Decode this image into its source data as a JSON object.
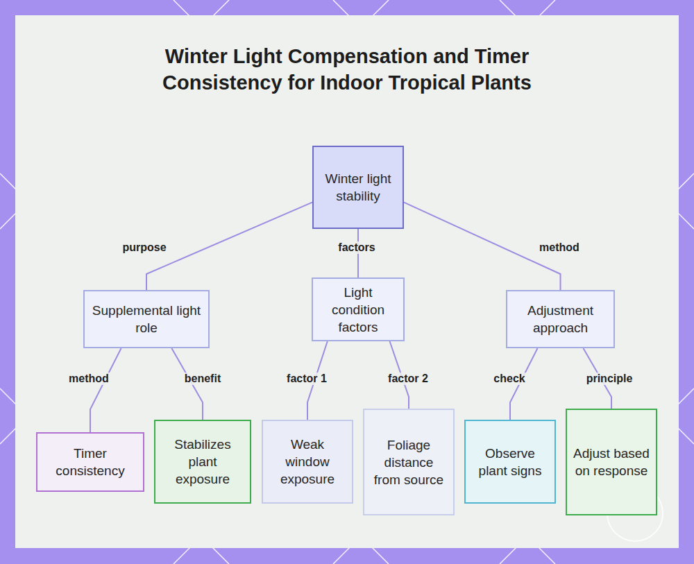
{
  "diagram": {
    "title": "Winter Light Compensation and Timer Consistency for Indoor Tropical Plants",
    "nodes": [
      {
        "text": [
          "Winter light stability"
        ]
      },
      {
        "text": [
          "Supplemental light role"
        ]
      },
      {
        "text": [
          "Light condition factors"
        ]
      },
      {
        "text": [
          "Adjustment approach"
        ]
      },
      {
        "text": [
          "Timer consistency"
        ]
      },
      {
        "text": [
          "Stabilizes plant exposure"
        ]
      },
      {
        "text": [
          "Weak window exposure"
        ]
      },
      {
        "text": [
          "Foliage distance from source"
        ]
      },
      {
        "text": [
          "Observe plant signs"
        ]
      },
      {
        "text": [
          "Adjust based on response"
        ]
      }
    ],
    "edges": [
      {
        "from": 0,
        "to": 1,
        "label": "purpose",
        "arrow": "none"
      },
      {
        "from": 0,
        "to": 2,
        "label": "factors",
        "arrow": "none"
      },
      {
        "from": 0,
        "to": 3,
        "label": "method",
        "arrow": "none"
      },
      {
        "from": 1,
        "to": 4,
        "label": "method",
        "arrow": "none"
      },
      {
        "from": 1,
        "to": 5,
        "label": "benefit",
        "arrow": "none"
      },
      {
        "from": 2,
        "to": 6,
        "label": "factor 1",
        "arrow": "none"
      },
      {
        "from": 2,
        "to": 7,
        "label": "factor 2",
        "arrow": "none"
      },
      {
        "from": 3,
        "to": 8,
        "label": "check",
        "arrow": "none"
      },
      {
        "from": 3,
        "to": 9,
        "label": "principle",
        "arrow": "none"
      }
    ]
  }
}
